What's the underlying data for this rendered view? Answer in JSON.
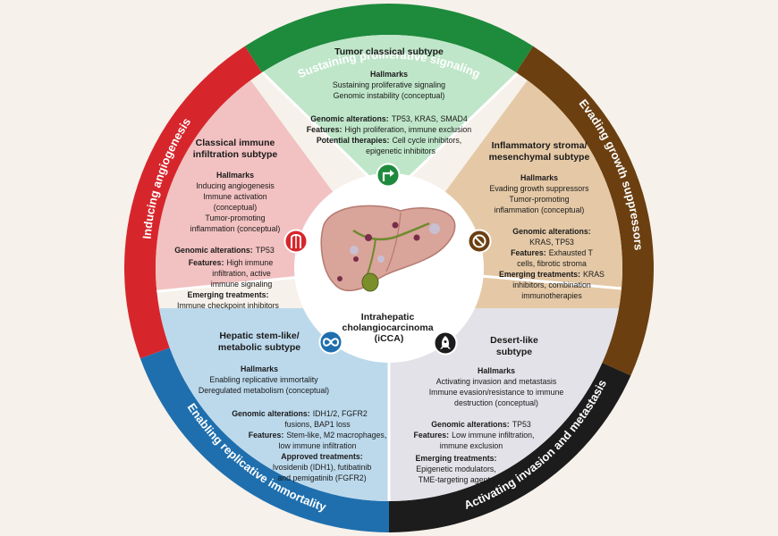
{
  "center": {
    "title_lines": [
      "Intrahepatic",
      "cholangiocarcinoma",
      "(iCCA)"
    ]
  },
  "ring": {
    "top": "Sustaining proliferative signaling",
    "upper_right": "Evading growth suppressors",
    "lower_right": "Activating invasion and metastasis",
    "lower_left": "Enabling replicative immortality",
    "upper_left": "Inducing angiogenesis"
  },
  "colors": {
    "ring_top": "#1e8a3c",
    "ring_upper_right": "#6b3f10",
    "ring_lower_right": "#1c1c1c",
    "ring_lower_left": "#1f6fae",
    "ring_upper_left": "#d6262c",
    "seg_top": "#bfe6c9",
    "seg_right": "#e5c9a6",
    "seg_bottom_right": "#e2e2e8",
    "seg_bottom_left": "#bcd9ec",
    "seg_left": "#f2c1c1"
  },
  "segments": {
    "top": {
      "title": "Tumor classical subtype",
      "hallmarks_head": "Hallmarks",
      "hallmarks_lines": [
        "Sustaining proliferative signaling",
        "Genomic instability (conceptual)"
      ],
      "genomic_head": "Genomic alterations:",
      "genomic_text": "TP53, KRAS, SMAD4",
      "features_head": "Features:",
      "features_text": "High proliferation, immune exclusion",
      "therapy_head": "Potential therapies:",
      "therapy_text1": "Cell cycle inhibitors,",
      "therapy_text2": "epigenetic inhibitors",
      "icon": "turn-right-arrow-icon"
    },
    "right": {
      "title_lines": [
        "Inflammatory stroma/",
        "mesenchymal subtype"
      ],
      "hallmarks_head": "Hallmarks",
      "hallmarks_lines": [
        "Evading growth suppressors",
        "Tumor-promoting",
        "inflammation (conceptual)"
      ],
      "genomic_head": "Genomic alterations:",
      "genomic_text": "KRAS, TP53",
      "features_head": "Features:",
      "features_text1": "Exhausted T",
      "features_text2": "cells, fibrotic stroma",
      "treatment_head": "Emerging treatments:",
      "treatment_text1": "KRAS",
      "treatment_text2": "inhibitors, combination",
      "treatment_text3": "immunotherapies",
      "icon": "prohibited-icon"
    },
    "bottom_right": {
      "title_lines": [
        "Desert-like",
        "subtype"
      ],
      "hallmarks_head": "Hallmarks",
      "hallmarks_lines": [
        "Activating invasion and metastasis",
        "Immune evasion/resistance to immune",
        "destruction (conceptual)"
      ],
      "genomic_head": "Genomic alterations:",
      "genomic_text": "TP53",
      "features_head": "Features:",
      "features_text1": "Low immune infiltration,",
      "features_text2": "immune exclusion",
      "treatment_head": "Emerging treatments:",
      "treatment_text1": "Epigenetic modulators,",
      "treatment_text2": "TME-targeting agents",
      "icon": "rocket-icon"
    },
    "bottom_left": {
      "title_lines": [
        "Hepatic stem-like/",
        "metabolic subtype"
      ],
      "hallmarks_head": "Hallmarks",
      "hallmarks_lines": [
        "Enabling replicative immortality",
        "Deregulated metabolism (conceptual)"
      ],
      "genomic_head": "Genomic alterations:",
      "genomic_text1": "IDH1/2, FGFR2",
      "genomic_text2": "fusions, BAP1 loss",
      "features_head": "Features:",
      "features_text1": "Stem-like, M2 macrophages,",
      "features_text2": "low immune infiltration",
      "treatment_head": "Approved treatments:",
      "treatment_text1": "Ivosidenib (IDH1), futibatinib",
      "treatment_text2": "and pemigatinib (FGFR2)",
      "icon": "infinity-icon"
    },
    "left": {
      "title_lines": [
        "Classical immune",
        "infiltration subtype"
      ],
      "hallmarks_head": "Hallmarks",
      "hallmarks_lines": [
        "Inducing angiogenesis",
        "Immune activation",
        "(conceptual)",
        "Tumor-promoting",
        "inflammation (conceptual)"
      ],
      "genomic_head": "Genomic alterations:",
      "genomic_text": "TP53",
      "features_head": "Features:",
      "features_text1": "High immune",
      "features_text2": "infiltration, active",
      "features_text3": "immune signaling",
      "treatment_head": "Emerging treatments:",
      "treatment_text1": "Immune checkpoint inhibitors",
      "icon": "vessel-icon"
    }
  }
}
